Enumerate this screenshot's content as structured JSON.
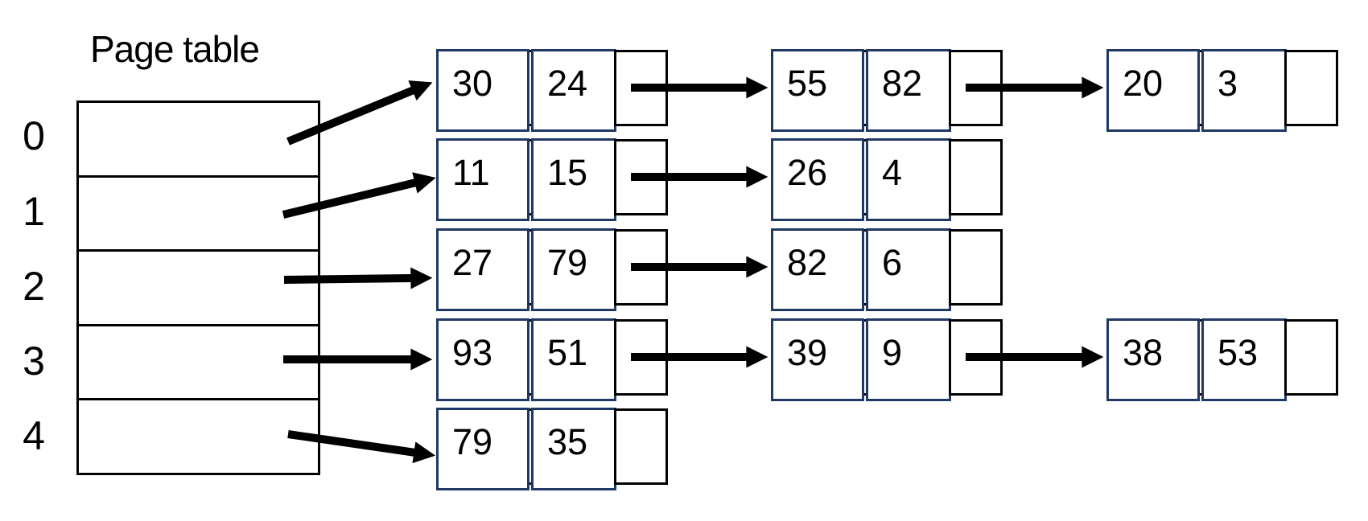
{
  "title": "Page table",
  "table": {
    "row_count": 5,
    "row_labels": [
      "0",
      "1",
      "2",
      "3",
      "4"
    ]
  },
  "lists": [
    {
      "bucket": "0",
      "nodes": [
        {
          "v1": "30",
          "v2": "24"
        },
        {
          "v1": "55",
          "v2": "82"
        },
        {
          "v1": "20",
          "v2": "3"
        }
      ]
    },
    {
      "bucket": "1",
      "nodes": [
        {
          "v1": "11",
          "v2": "15"
        },
        {
          "v1": "26",
          "v2": "4"
        }
      ]
    },
    {
      "bucket": "2",
      "nodes": [
        {
          "v1": "27",
          "v2": "79"
        },
        {
          "v1": "82",
          "v2": "6"
        }
      ]
    },
    {
      "bucket": "3",
      "nodes": [
        {
          "v1": "93",
          "v2": "51"
        },
        {
          "v1": "39",
          "v2": "9"
        },
        {
          "v1": "38",
          "v2": "53"
        }
      ]
    },
    {
      "bucket": "4",
      "nodes": [
        {
          "v1": "79",
          "v2": "35"
        }
      ]
    }
  ],
  "colors": {
    "node_cell_border": "#1f3864",
    "outline": "#000000",
    "arrow": "#000000",
    "background": "#ffffff",
    "text": "#000000"
  }
}
